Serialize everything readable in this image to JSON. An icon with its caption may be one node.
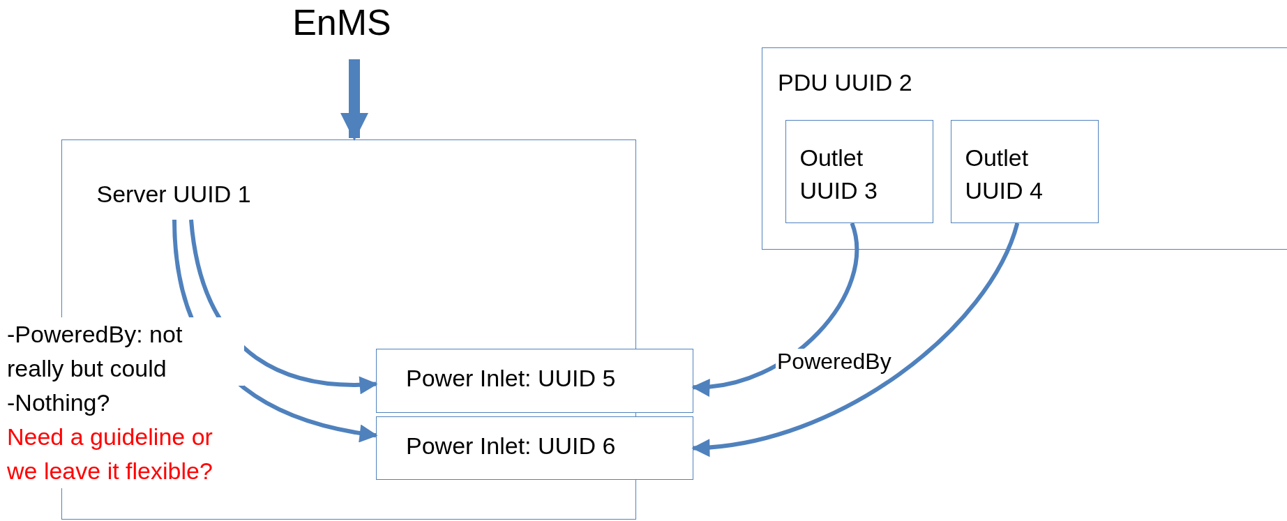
{
  "diagram": {
    "title": "EnMS",
    "nodes": [
      {
        "text": [],
        "shape": "box"
      },
      {
        "text": [
          "Server UUID 1"
        ],
        "in": 0
      },
      {
        "text": [
          "PDU UUID 2"
        ]
      },
      {
        "text": [
          "Outlet UUID 3"
        ],
        "in": 2
      },
      {
        "text": [
          "Outlet UUID 4"
        ],
        "in": 2
      },
      {
        "text": [
          "Power Inlet: UUID 5"
        ]
      },
      {
        "text": [
          "Power Inlet: UUID 6"
        ]
      }
    ],
    "edges": [
      {
        "from": null,
        "to": 0,
        "arrow": "to",
        "style": "thick"
      },
      {
        "from": 1,
        "to": 5,
        "arrow": "to"
      },
      {
        "from": 1,
        "to": 6,
        "arrow": "to"
      },
      {
        "from": 3,
        "to": 5,
        "arrow": "to",
        "label": "PoweredBy"
      },
      {
        "from": 4,
        "to": 6,
        "arrow": "to"
      }
    ],
    "labels": [
      "-PoweredBy: not really but could",
      "-Nothing?",
      "Need a guideline or we leave it flexible?"
    ]
  }
}
